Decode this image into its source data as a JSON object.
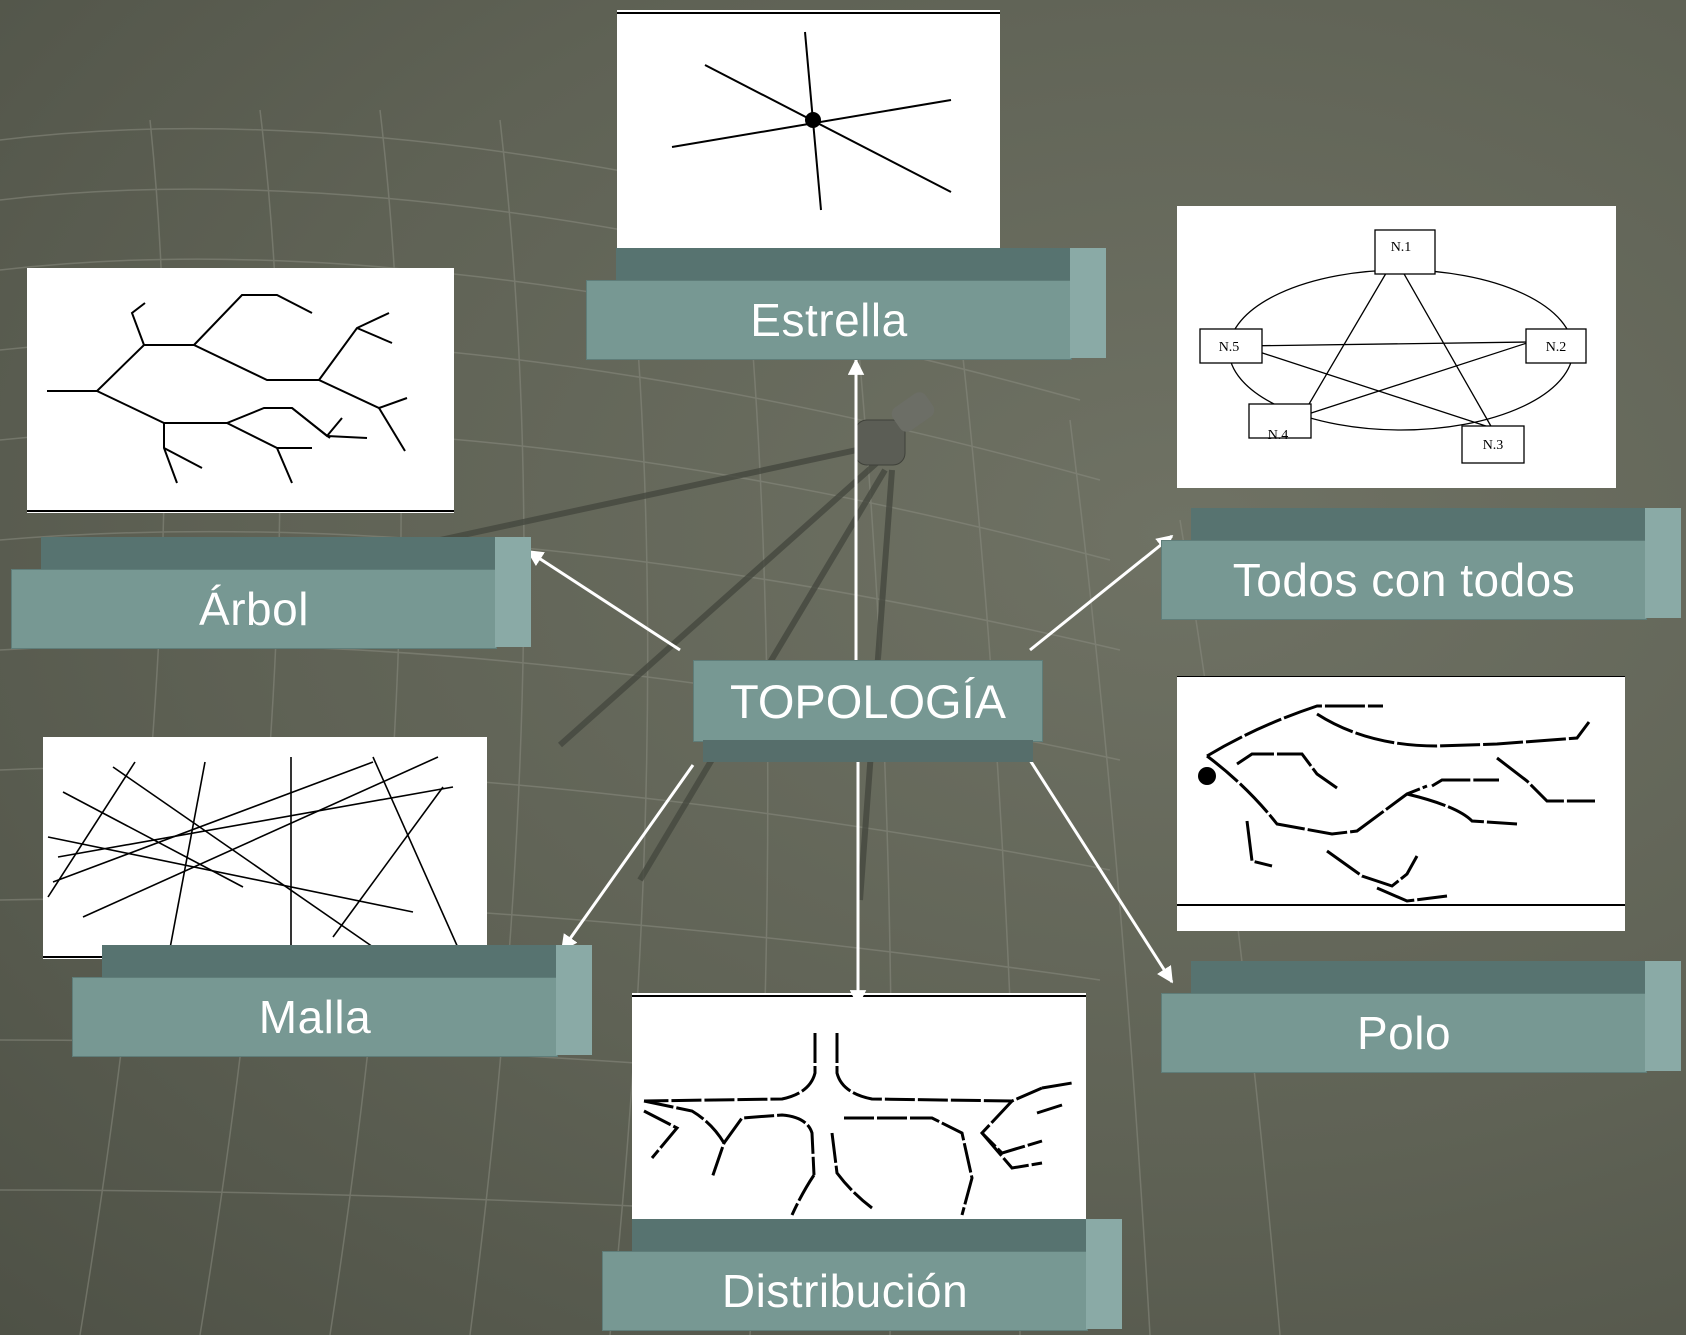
{
  "center": {
    "label": "TOPOLOGÍA"
  },
  "topologies": {
    "estrella": {
      "label": "Estrella"
    },
    "arbol": {
      "label": "Árbol"
    },
    "todos": {
      "label": "Todos con todos"
    },
    "malla": {
      "label": "Malla"
    },
    "polo": {
      "label": "Polo"
    },
    "distribucion": {
      "label": "Distribución"
    }
  },
  "todos_nodes": [
    "N.1",
    "N.2",
    "N.3",
    "N.4",
    "N.5"
  ],
  "colors": {
    "box_front": "#779893",
    "box_top": "#577370",
    "box_side": "#8aaaa6",
    "background": "#5f6255",
    "arrow": "#ffffff"
  }
}
